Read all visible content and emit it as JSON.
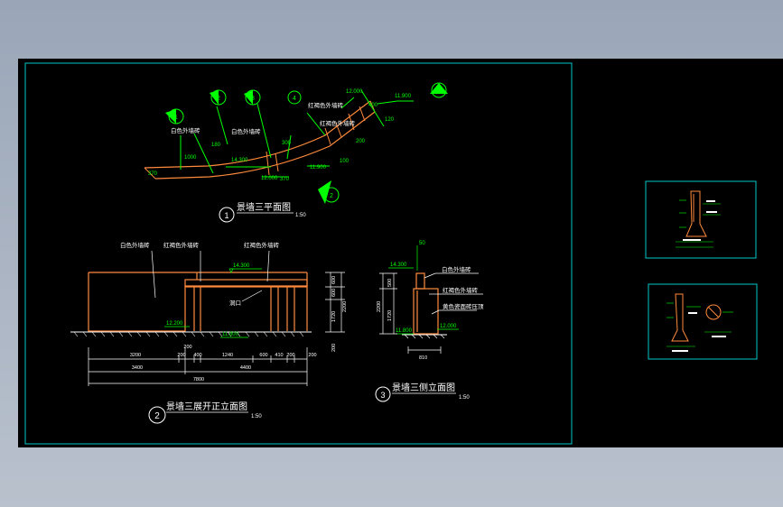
{
  "colors": {
    "page_top": "#9aa6b8",
    "page_bottom": "#b9c1cd",
    "canvas": "#000000",
    "frame": "#00c8c8",
    "green": "#00ff00",
    "orange": "#ff8a3c",
    "white": "#ffffff",
    "cyan": "#00e5e5"
  },
  "plan": {
    "title": "景墙三平面图",
    "scale": "1:50",
    "sym_num": "1",
    "labels": {
      "white_tile_a": "白色外墙砖",
      "white_tile_b": "白色外墙砖",
      "red_tile_a": "红褐色外墙砖",
      "red_tile_b": "红褐色外墙砖"
    },
    "dims": {
      "el_14300": "14.300",
      "el_12000": "12.000",
      "el_11900_a": "11.900",
      "el_11900_b": "11.900",
      "el_12000_b": "12.000",
      "d_370": "370",
      "d_1000": "1000",
      "d_120": "120",
      "d_300": "300",
      "d_400": "400",
      "d_100": "100",
      "d_200": "200",
      "d_180": "180",
      "d_370b": "370"
    },
    "marks": {
      "a": "1",
      "b": "2",
      "c": "3",
      "d": "4",
      "e": "3",
      "f": "2"
    }
  },
  "front": {
    "title": "景墙三展开正立面图",
    "scale": "1:50",
    "sym_num": "2",
    "labels": {
      "white_tile": "白色外墙砖",
      "red_tile_a": "红褐色外墙砖",
      "red_tile_b": "红褐色外墙砖",
      "door": "洞口"
    },
    "elev": {
      "top": "14.300",
      "left": "12.200",
      "ground": "11.800"
    },
    "right_dims": [
      "600",
      "600",
      "1720",
      "2200",
      "200"
    ],
    "dims_row1": [
      "3200",
      "200",
      "400",
      "1240",
      "600",
      "410",
      "200",
      "200"
    ],
    "dims_row2": [
      "3400",
      "4400"
    ],
    "dims_row3": [
      "7800"
    ],
    "small_dim": "200"
  },
  "side": {
    "title": "景墙三侧立面图",
    "scale": "1:50",
    "sym_num": "3",
    "labels": {
      "white_tile": "白色外墙砖",
      "red_tile": "红褐色外墙砖",
      "coping": "黄色瓷面砖压顶"
    },
    "elev": {
      "top": "14.300",
      "mid": "12.000",
      "ground": "11.800"
    },
    "dims": {
      "top": "50",
      "left_a": "500",
      "left_b": "1720",
      "left_c": "2200",
      "bottom": "810"
    }
  }
}
